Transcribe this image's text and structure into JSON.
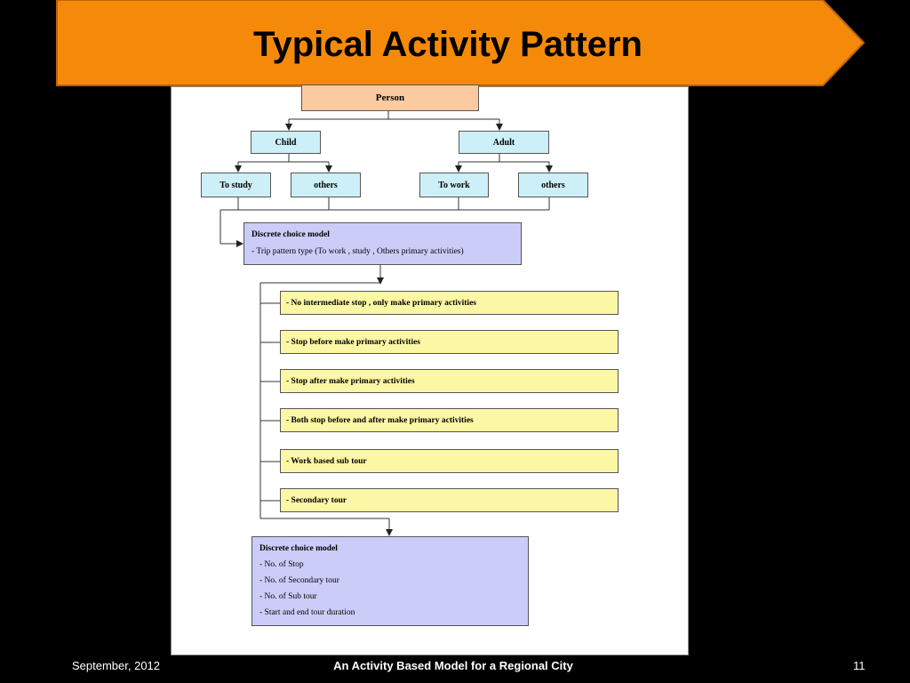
{
  "slide": {
    "title": "Typical Activity Pattern",
    "footer_left": "September, 2012",
    "footer_center": "An Activity Based Model for a Regional City",
    "page_number": "11"
  },
  "colors": {
    "banner": "#f58a0a",
    "banner_border": "#b8630a",
    "background": "#000000",
    "person_box": "#fbcaa1",
    "group_box": "#cdeff7",
    "option_box": "#fcf7a5",
    "model_box": "#ccccf9"
  },
  "diagram": {
    "person": "Person",
    "child": "Child",
    "adult": "Adult",
    "child_study": "To study",
    "child_others": "others",
    "adult_work": "To work",
    "adult_others": "others",
    "model1": {
      "title": "Discrete choice model",
      "items": [
        "- Trip pattern type  (To work , study , Others primary activities)"
      ]
    },
    "patterns": [
      "- No intermediate stop ,  only make primary  activities",
      "- Stop before make primary  activities",
      "- Stop after make primary activities",
      "- Both stop before and after make primary activities",
      "- Work based sub tour",
      "- Secondary tour"
    ],
    "model2": {
      "title": "Discrete choice model",
      "items": [
        "- No. of  Stop",
        "- No. of Secondary tour",
        "- No. of  Sub tour",
        "- Start and end tour duration"
      ]
    }
  }
}
